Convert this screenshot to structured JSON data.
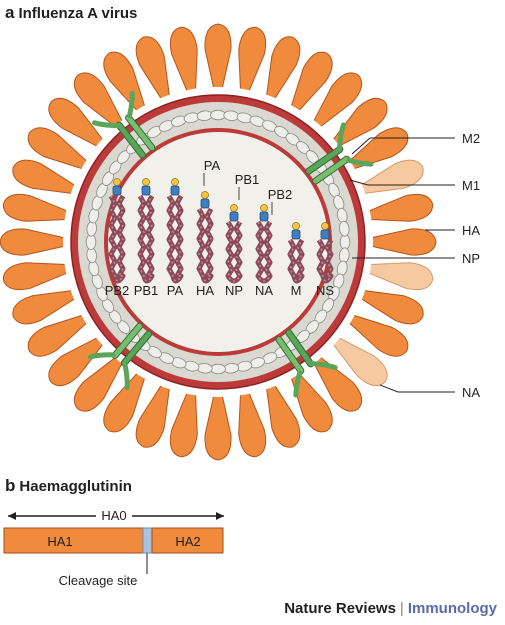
{
  "panel_a": {
    "letter": "a",
    "title": "Influenza A virus",
    "callouts": [
      "M2",
      "M1",
      "HA",
      "NP",
      "NA"
    ],
    "polymerase_labels": [
      "PA",
      "PB1",
      "PB2"
    ],
    "segments": [
      "PB2",
      "PB1",
      "PA",
      "HA",
      "NP",
      "NA",
      "M",
      "NS"
    ]
  },
  "panel_b": {
    "letter": "b",
    "title": "Haemagglutinin",
    "precursor": "HA0",
    "subunit_1": "HA1",
    "subunit_2": "HA2",
    "cleavage_label": "Cleavage site"
  },
  "credit": {
    "journal": "Nature Reviews",
    "separator": "|",
    "field": "Immunology"
  },
  "colors": {
    "ha_spike": "#f08a3c",
    "na_spike": "#f6c9a0",
    "envelope": "#b52a2e",
    "m1_bead": "#eeeeea",
    "interior": "#f1f0ea",
    "m2_channel": "#5aa55a",
    "rnp": "#8b4a5a",
    "ha_bar": "#f08a3c",
    "cleavage": "#a9c3df"
  }
}
